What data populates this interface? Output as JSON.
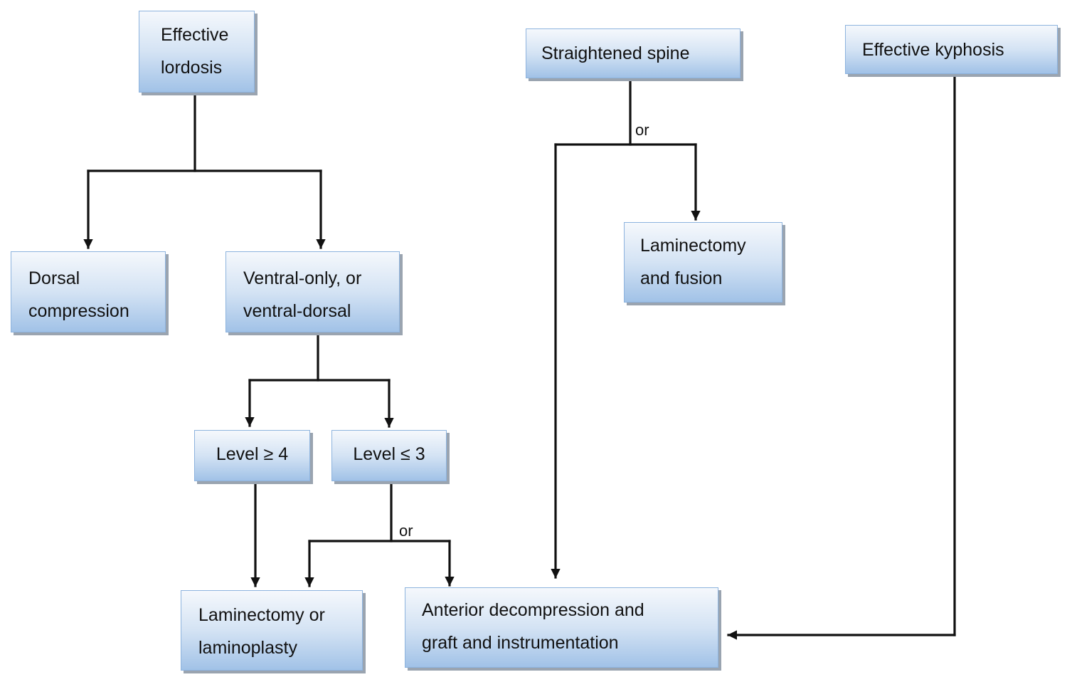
{
  "diagram": {
    "type": "flowchart",
    "nodes": {
      "effective_lordosis": {
        "lines": [
          "Effective",
          "lordosis"
        ]
      },
      "straightened_spine": {
        "lines": [
          "Straightened spine"
        ]
      },
      "effective_kyphosis": {
        "lines": [
          "Effective kyphosis"
        ]
      },
      "dorsal_compression": {
        "lines": [
          "Dorsal",
          "compression"
        ]
      },
      "ventral_compression": {
        "lines": [
          "Ventral-only, or",
          "ventral-dorsal"
        ]
      },
      "laminectomy_fusion": {
        "lines": [
          "Laminectomy",
          "and fusion"
        ]
      },
      "level_ge_4": {
        "lines": [
          "Level ≥ 4"
        ]
      },
      "level_le_3": {
        "lines": [
          "Level ≤ 3"
        ]
      },
      "laminectomy_laminoplasty": {
        "lines": [
          "Laminectomy or",
          "laminoplasty"
        ]
      },
      "anterior_decompression": {
        "lines": [
          "Anterior decompression and",
          "graft and instrumentation"
        ]
      }
    },
    "branch_labels": {
      "straightened_or": "or",
      "level_le_3_or": "or"
    },
    "edges": [
      {
        "from": "effective_lordosis",
        "to": "dorsal_compression"
      },
      {
        "from": "effective_lordosis",
        "to": "ventral_compression"
      },
      {
        "from": "ventral_compression",
        "to": "level_ge_4"
      },
      {
        "from": "ventral_compression",
        "to": "level_le_3"
      },
      {
        "from": "level_ge_4",
        "to": "laminectomy_laminoplasty"
      },
      {
        "from": "level_le_3",
        "to": "laminectomy_laminoplasty",
        "label": "or"
      },
      {
        "from": "level_le_3",
        "to": "anterior_decompression",
        "label": "or"
      },
      {
        "from": "straightened_spine",
        "to": "laminectomy_fusion",
        "label": "or"
      },
      {
        "from": "straightened_spine",
        "to": "anterior_decompression",
        "label": "or"
      },
      {
        "from": "effective_kyphosis",
        "to": "anterior_decompression"
      }
    ],
    "colors": {
      "box_top": "#f5f8fc",
      "box_bottom": "#a1c2e7",
      "box_border": "#8db3de",
      "box_shadow": "#9aa4b0",
      "connector": "#111111"
    }
  }
}
